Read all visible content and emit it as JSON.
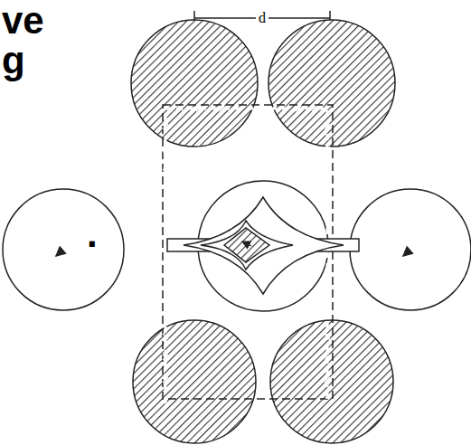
{
  "diagram": {
    "labels": [
      "ve",
      "g",
      "d",
      "."
    ]
  }
}
